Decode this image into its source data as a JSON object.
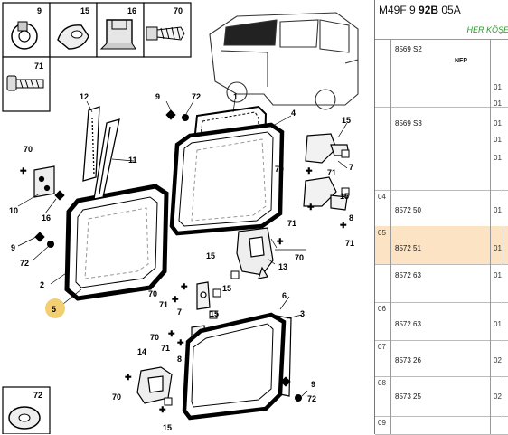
{
  "diagram": {
    "callouts": {
      "c9": "9",
      "c15": "15",
      "c16": "16",
      "c70": "70",
      "c71": "71",
      "c72": "72",
      "c1": "1",
      "c4": "4",
      "c12": "12",
      "c9b": "9",
      "c72b": "72",
      "c11": "11",
      "c70b": "70",
      "c10": "10",
      "c16b": "16",
      "c15b": "15",
      "c70c": "70",
      "c71b": "71",
      "c7": "7",
      "c15c": "15",
      "c71c": "71",
      "c8": "8",
      "c71d": "71",
      "c70d": "70",
      "c13": "13",
      "c9c": "9",
      "c72c": "72",
      "c2": "2",
      "c5": "5",
      "c15d": "15",
      "c70e": "70",
      "c71e": "71",
      "c15e": "15",
      "c7b": "7",
      "c70f": "70",
      "c71f": "71",
      "c8b": "8",
      "c15f": "15",
      "c6": "6",
      "c3": "3",
      "c14": "14",
      "c70g": "70",
      "c15g": "15",
      "c9d": "9",
      "c72d": "72"
    },
    "highlighted_callout": "5",
    "highlight_color": "#f3cf74"
  },
  "panel": {
    "reference_prefix": "M49F 9 ",
    "reference_bold": "92B",
    "reference_suffix": " 05A",
    "her_kose": "HER KÖŞE",
    "selected_color": "#fbe3c3",
    "rows": [
      {
        "index": "",
        "ref": "8569 S2",
        "sub": "NFP",
        "qty": [
          "01",
          "01"
        ]
      },
      {
        "index": "",
        "ref": "8569 S3",
        "sub": "",
        "qty": [
          "01",
          "01",
          "01"
        ]
      },
      {
        "index": "04",
        "ref": "8572 50",
        "sub": "",
        "qty": [
          "01"
        ]
      },
      {
        "index": "05",
        "ref": "8572 51",
        "sub": "",
        "qty": [
          "01"
        ],
        "selected": true
      },
      {
        "index": "",
        "ref": "8572 63",
        "sub": "",
        "qty": [
          "01"
        ]
      },
      {
        "index": "06",
        "ref": "8572 63",
        "sub": "",
        "qty": [
          "01"
        ]
      },
      {
        "index": "07",
        "ref": "8573 26",
        "sub": "",
        "qty": [
          "02"
        ]
      },
      {
        "index": "08",
        "ref": "8573 25",
        "sub": "",
        "qty": [
          "02"
        ]
      },
      {
        "index": "09",
        "ref": "",
        "sub": "",
        "qty": []
      }
    ]
  }
}
